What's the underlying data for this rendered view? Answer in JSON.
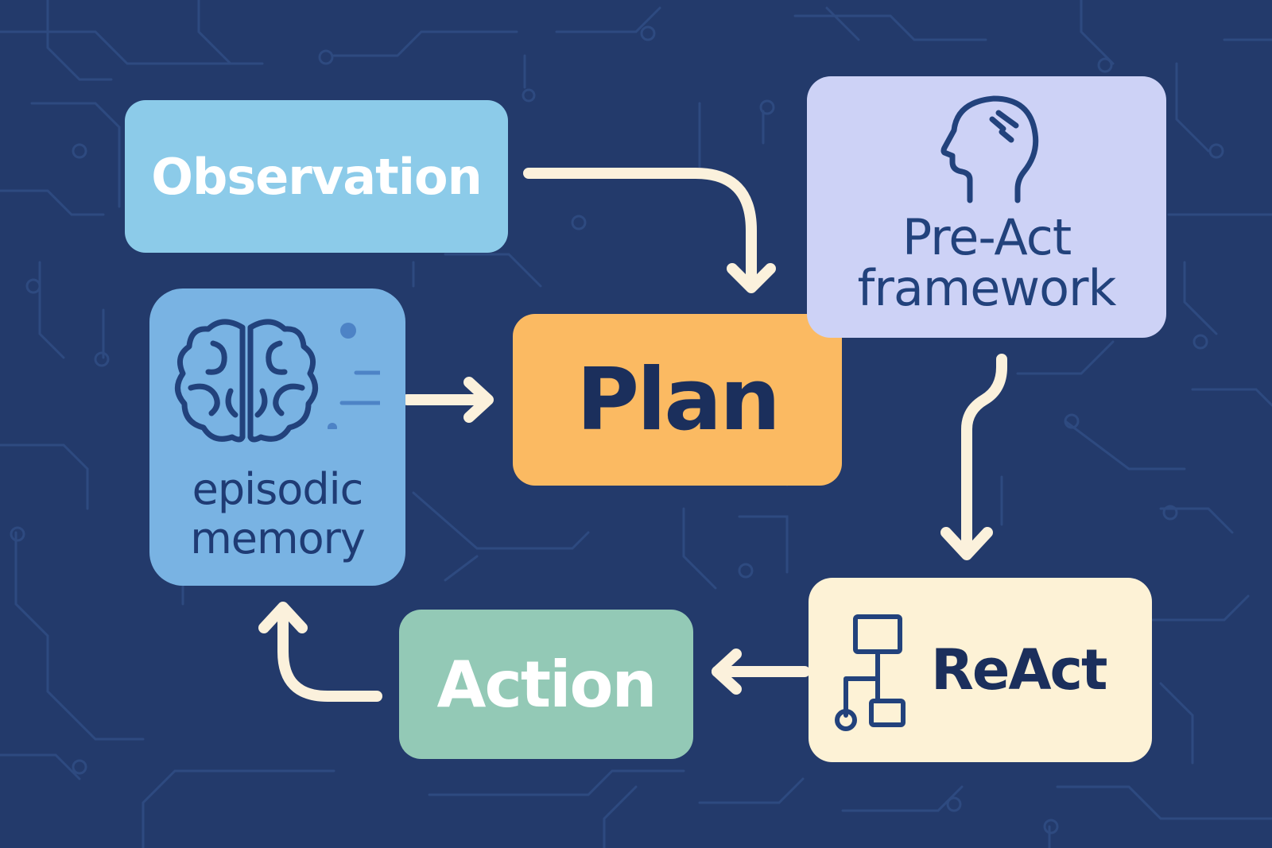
{
  "diagram": {
    "nodes": {
      "observation": {
        "label": "Observation",
        "color": "#8ccbe9"
      },
      "episodic_memory": {
        "label": "episodic\nmemory",
        "color": "#79b3e3",
        "icon": "brain-icon"
      },
      "plan": {
        "label": "Plan",
        "color": "#fbba62"
      },
      "preact": {
        "label": "Pre-Act\nframework",
        "color": "#cdd2f6",
        "icon": "head-icon"
      },
      "react": {
        "label": "ReAct",
        "color": "#fdf2d6",
        "icon": "flowchart-icon"
      },
      "action": {
        "label": "Action",
        "color": "#93c9b6"
      }
    },
    "edges": [
      {
        "from": "observation",
        "to": "plan"
      },
      {
        "from": "episodic_memory",
        "to": "plan"
      },
      {
        "from": "preact",
        "to": "react"
      },
      {
        "from": "react",
        "to": "action"
      },
      {
        "from": "action",
        "to": "episodic_memory"
      }
    ],
    "colors": {
      "background": "#233a6b",
      "circuit_lines": "#2e4a80",
      "arrows": "#fbf1dc",
      "icon_stroke": "#22427c"
    }
  }
}
